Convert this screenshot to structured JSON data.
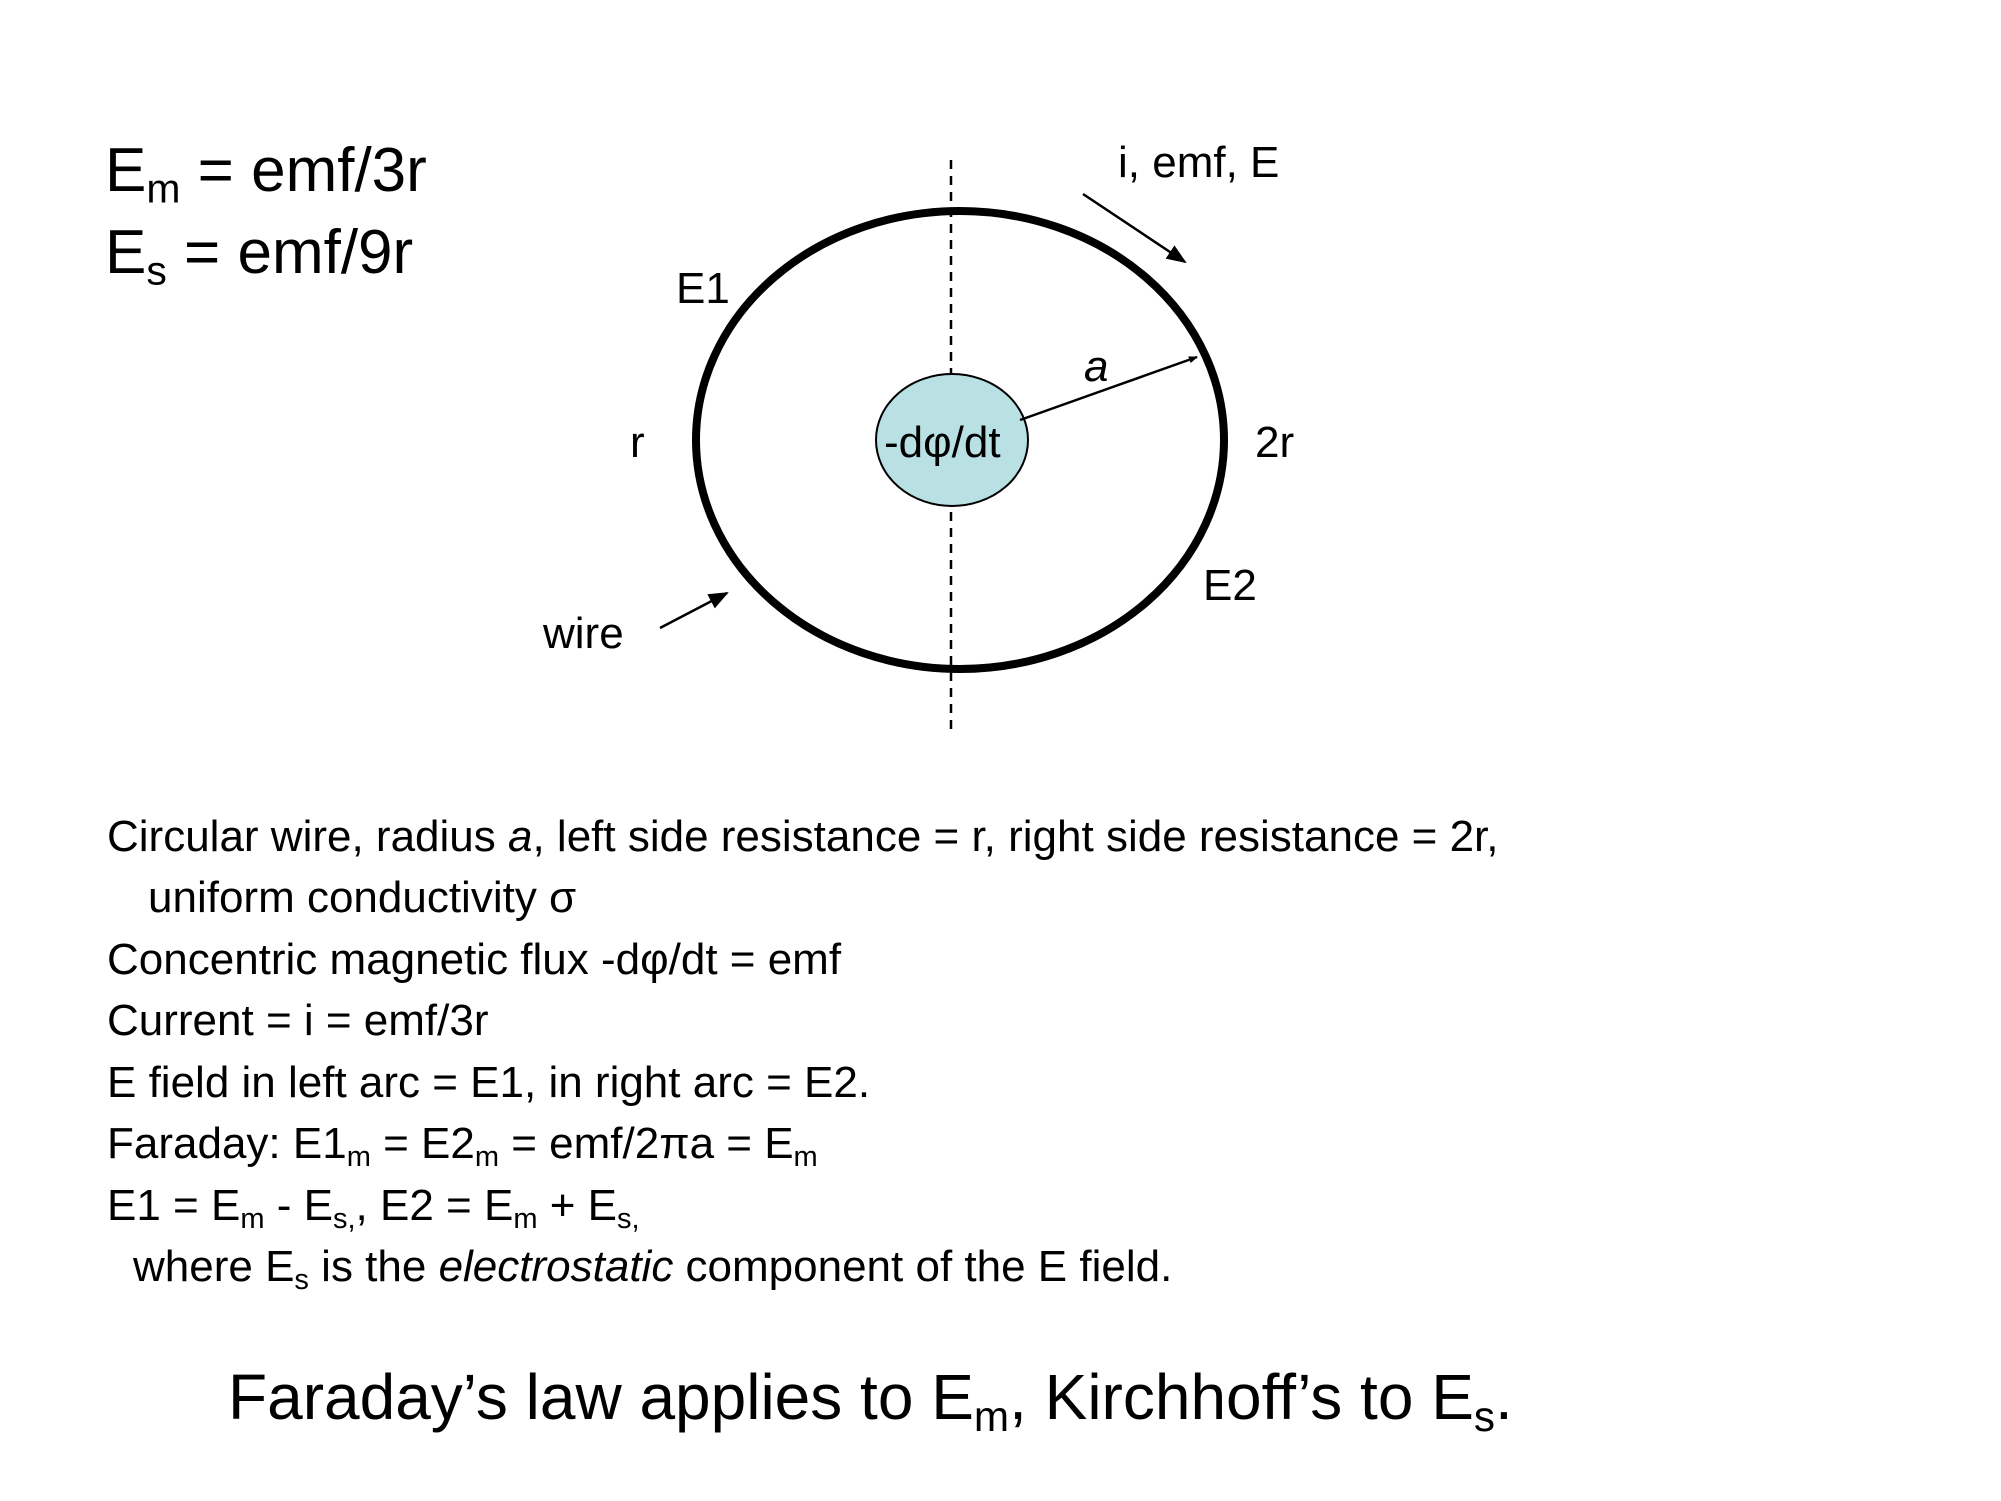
{
  "equations": {
    "em": {
      "base": "E",
      "sub": "m",
      "rest": " = emf/3r"
    },
    "es": {
      "base": "E",
      "sub": "s",
      "rest": " = emf/9r"
    }
  },
  "diagram": {
    "arrow_label": "i, emf, E",
    "e1": "E1",
    "e2": "E2",
    "left_r": "r",
    "right_r": "2r",
    "radius": "a",
    "flux": "-dφ/dt",
    "wire": "wire",
    "colors": {
      "flux_fill": "#b9e1e4",
      "stroke": "#000000"
    }
  },
  "text": {
    "line1_a": "Circular wire, radius ",
    "line1_b": "a",
    "line1_c": ", left side resistance = r, right side resistance = 2r,",
    "line2": "uniform conductivity σ",
    "line3": "Concentric magnetic flux -dφ/dt = emf",
    "line4": "Current = i = emf/3r",
    "line5": "E field in left arc = E1, in right arc = E2.",
    "line6_a": "Faraday: E1",
    "line6_b": "m",
    "line6_c": " = E2",
    "line6_d": "m",
    "line6_e": " = emf/2πa = E",
    "line6_f": "m",
    "line7_a": "E1 = E",
    "line7_b": "m",
    "line7_c": "  - E",
    "line7_d": "s,",
    "line7_e": ", E2 = E",
    "line7_f": "m",
    "line7_g": "  + E",
    "line7_h": "s,",
    "line8_a": "where E",
    "line8_b": "s",
    "line8_c": " is the ",
    "line8_d": "electrostatic",
    "line8_e": " component of the E field."
  },
  "footer": {
    "a": "Faraday’s law applies to E",
    "b": "m",
    "c": ", Kirchhoff’s to E",
    "d": "s",
    "e": "."
  }
}
